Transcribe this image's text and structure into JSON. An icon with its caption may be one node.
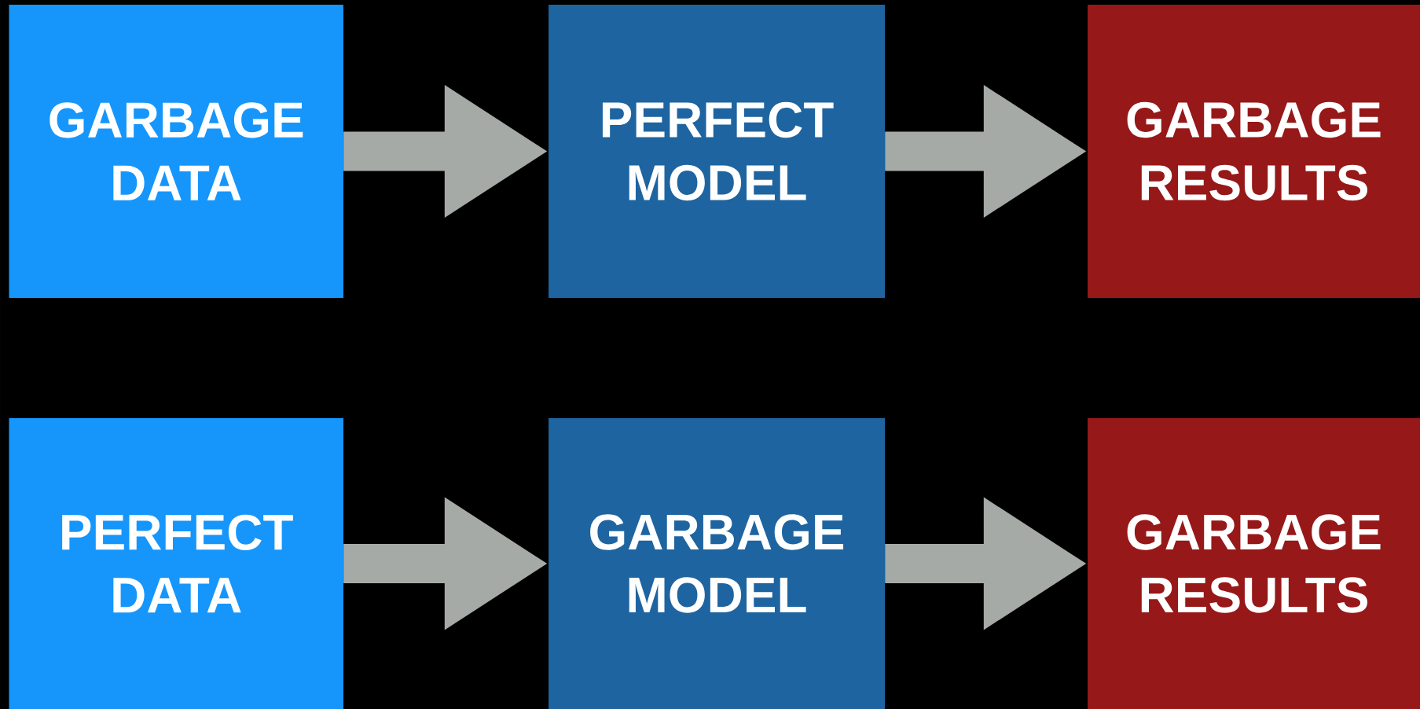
{
  "diagram": {
    "nodes": [
      {
        "text": [
          "GARBAGE DATA"
        ]
      },
      {
        "text": [
          "PERFECT MODEL"
        ]
      },
      {
        "text": [
          "GARBAGE RESULTS"
        ]
      },
      {
        "text": [
          "PERFECT DATA"
        ]
      },
      {
        "text": [
          "GARBAGE MODEL"
        ]
      },
      {
        "text": [
          "GARBAGE RESULTS"
        ]
      }
    ],
    "edges": [
      {
        "from": 0,
        "to": 1,
        "arrow": "to"
      },
      {
        "from": 1,
        "to": 2,
        "arrow": "to"
      },
      {
        "from": 3,
        "to": 4,
        "arrow": "to"
      },
      {
        "from": 4,
        "to": 5,
        "arrow": "to"
      }
    ]
  }
}
